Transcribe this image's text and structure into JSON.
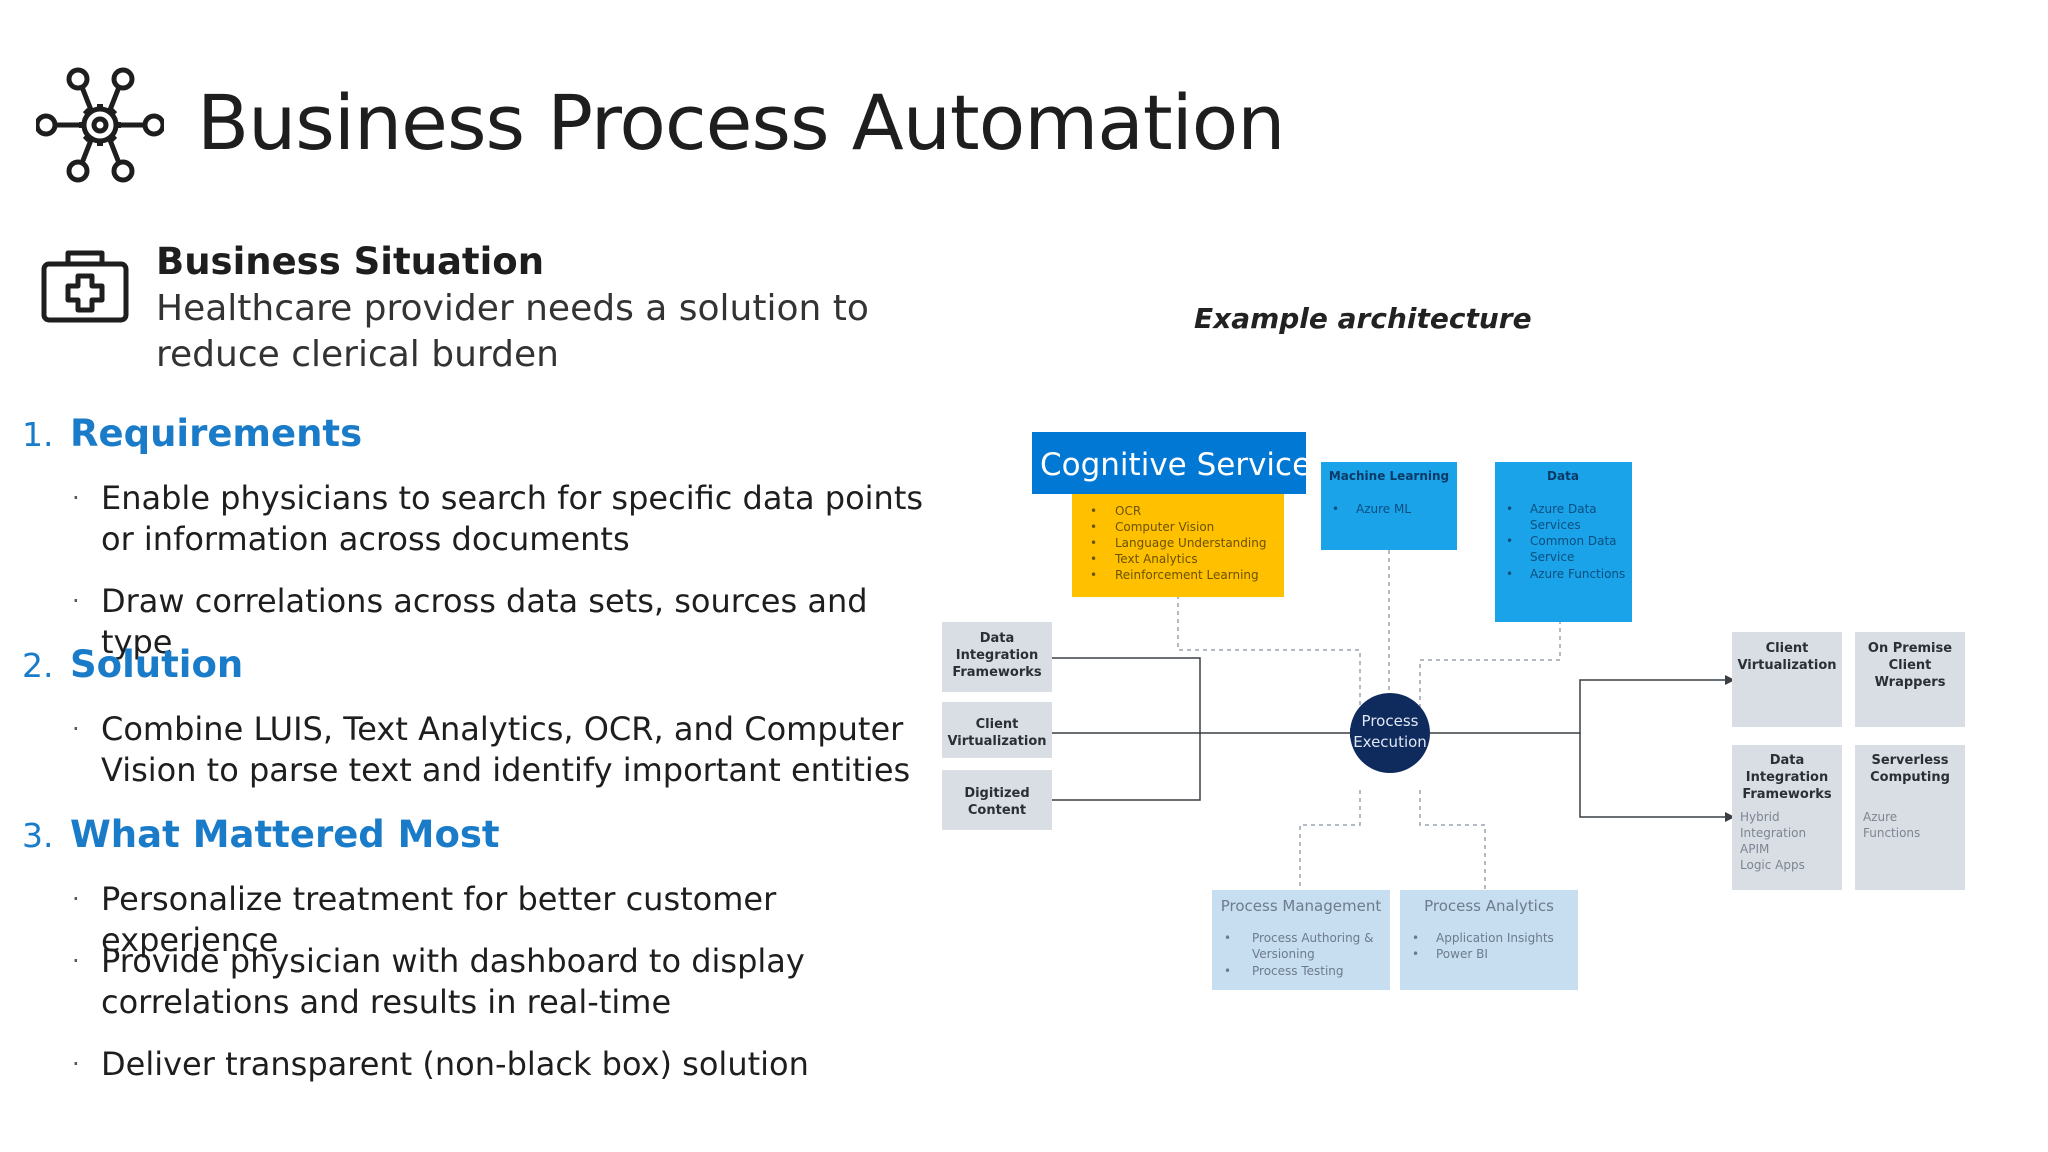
{
  "title": "Business Process Automation",
  "icons": {
    "title_icon": "gear-network-icon",
    "situation_icon": "medical-case-icon"
  },
  "situation": {
    "heading": "Business Situation",
    "text": "Healthcare provider needs a solution to reduce clerical burden"
  },
  "sections": [
    {
      "number": "1.",
      "heading": "Requirements",
      "bullets": [
        "Enable physicians to search for specific data points or information across documents",
        "Draw correlations across data sets, sources and type"
      ]
    },
    {
      "number": "2.",
      "heading": "Solution",
      "bullets": [
        "Combine LUIS, Text Analytics, OCR, and Computer Vision to parse text and identify important entities"
      ]
    },
    {
      "number": "3.",
      "heading": "What Mattered Most",
      "bullets": [
        "Personalize treatment for better customer experience",
        "Provide physician with dashboard to display correlations and results in real-time",
        "Deliver transparent (non-black box) solution"
      ]
    }
  ],
  "bullet_char": "·",
  "architecture": {
    "label": "Example architecture",
    "cognitive": {
      "title": "Cognitive Services",
      "items": [
        "OCR",
        "Computer Vision",
        "Language Understanding",
        "Text Analytics",
        "Reinforcement Learning"
      ]
    },
    "machine_learning": {
      "title": "Machine Learning",
      "items": [
        "Azure ML"
      ]
    },
    "data": {
      "title": "Data",
      "items": [
        "Azure Data",
        "Services",
        "Common Data",
        "Service",
        "Azure Functions"
      ]
    },
    "inputs": [
      [
        "Data",
        "Integration",
        "Frameworks"
      ],
      [
        "Client",
        "Virtualization"
      ],
      [
        "Digitized",
        "Content"
      ]
    ],
    "center": [
      "Process",
      "Execution"
    ],
    "client_virtualization": [
      "Client",
      "Virtualization"
    ],
    "on_premise": [
      "On Premise",
      "Client",
      "Wrappers"
    ],
    "data_integration": {
      "title": [
        "Data",
        "Integration",
        "Frameworks"
      ],
      "items": [
        "Hybrid",
        "Integration",
        "APIM",
        "Logic Apps"
      ]
    },
    "serverless": {
      "title": [
        "Serverless",
        "Computing"
      ],
      "items": [
        "Azure",
        "Functions"
      ]
    },
    "process_management": {
      "title": "Process Management",
      "items": [
        "Process Authoring &",
        "Versioning",
        "Process Testing"
      ]
    },
    "process_analytics": {
      "title": "Process Analytics",
      "items": [
        "Application Insights",
        "Power BI"
      ]
    },
    "colors": {
      "cognitive_title": "#0078d4",
      "cognitive_body": "#ffc000",
      "azure_box": "#1aa3e8",
      "grey_box": "#d9dee5",
      "light_blue_box": "#c7ddf0",
      "center": "#0f2a5c",
      "accent": "#1a7cc9"
    }
  }
}
